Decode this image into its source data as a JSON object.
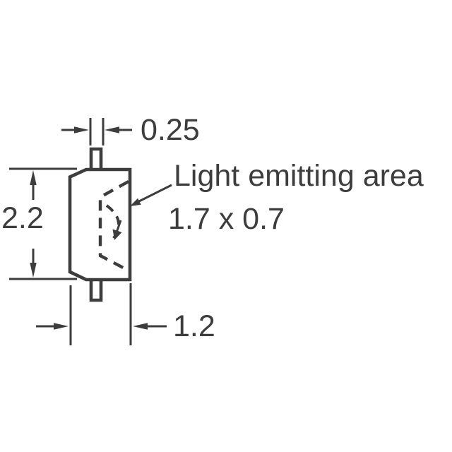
{
  "colors": {
    "ink": "#3d3d3d",
    "background": "#ffffff"
  },
  "drawing": {
    "dimensions": {
      "lead_width": "0.25",
      "body_height": "2.2",
      "body_width": "1.2"
    },
    "callout": {
      "line1": "Light emitting area",
      "line2": "1.7 x 0.7"
    }
  }
}
